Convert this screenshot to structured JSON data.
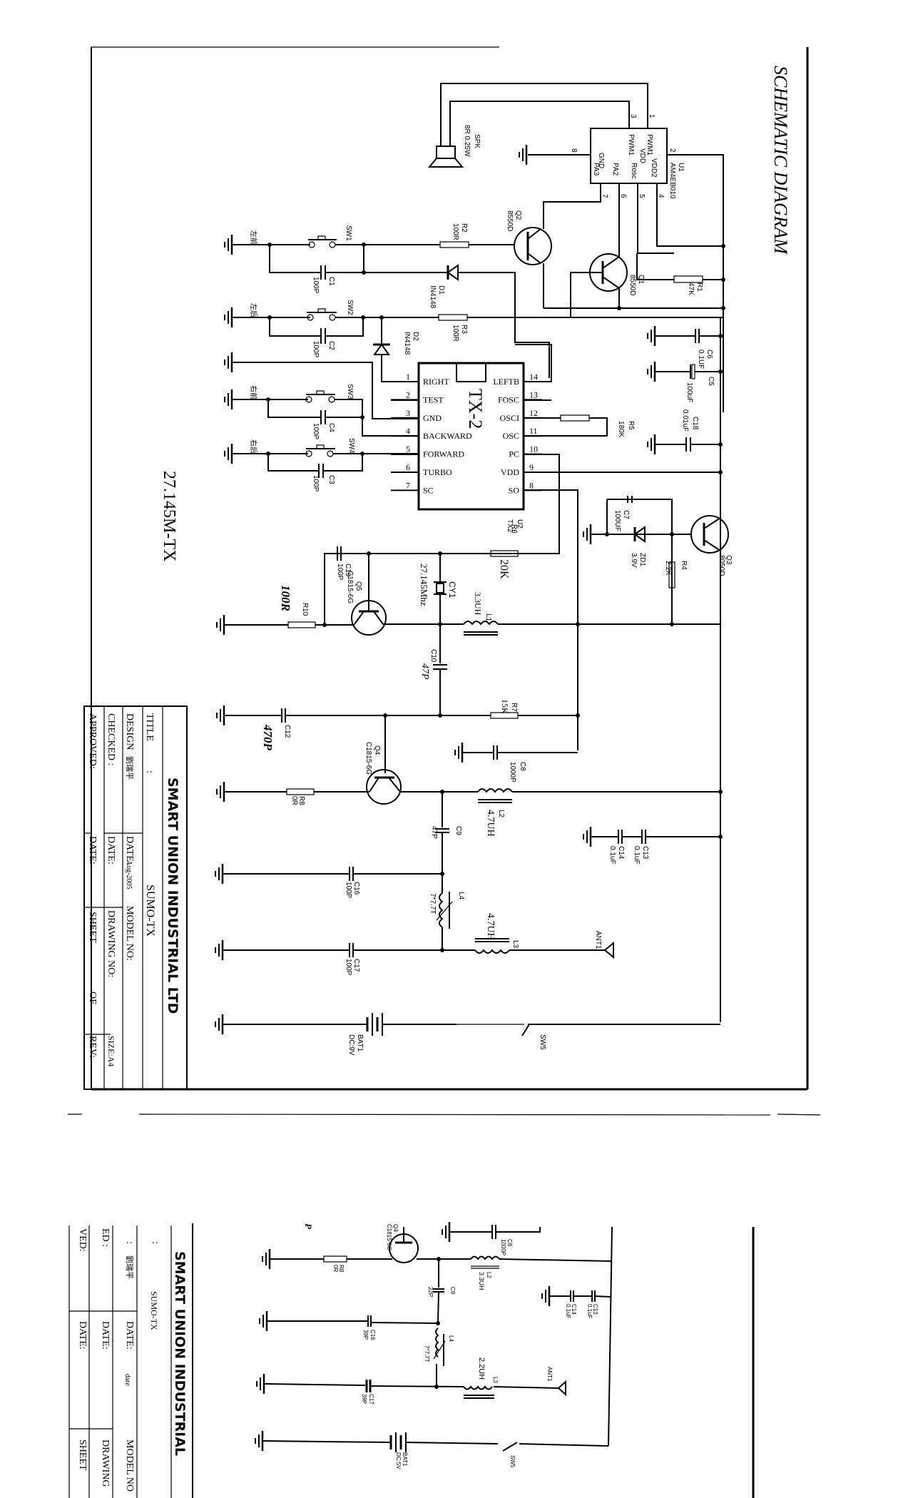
{
  "sheet": {
    "title": "SCHEMATIC DIAGRAM",
    "circuit_label": "27.145M-TX"
  },
  "title_block": {
    "company": "SMART UNION INDUSTRIAL LTD",
    "title_label": "TITLE",
    "title_value": "SUMO-TX",
    "design_label": "DESIGN",
    "design_value": "劉瑞平",
    "date_label": "DATE:",
    "date_value": "Aug-2005",
    "model_label": "MODEL NO:",
    "checked_label": "CHECKED :",
    "drawing_label": "DRAWING NO:",
    "size_label": "SIZE:A4",
    "approved_label": "APPROVED:",
    "sheet_label": "SHEET",
    "of_label": "OF",
    "rev_label": "REV:"
  },
  "u1": {
    "ref": "U1",
    "part": "AM4EB010",
    "pins": {
      "p1": "1",
      "p2": "2",
      "p3": "3",
      "p4": "4",
      "p5": "5",
      "p6": "6",
      "p7": "7",
      "p8": "8"
    },
    "pin_names": {
      "pwm1a": "PWM1",
      "pwm1b": "PWM1",
      "gnd": "GND",
      "vdd": "VDD",
      "vdd2": "VDD2",
      "pa3": "PA3",
      "pa2": "PA2",
      "rosc": "Rosc"
    }
  },
  "u2": {
    "ref": "U2",
    "part": "TX2",
    "name": "TX-2",
    "left_pins": [
      {
        "num": "1",
        "name": "RIGHT"
      },
      {
        "num": "2",
        "name": "TEST"
      },
      {
        "num": "3",
        "name": "GND"
      },
      {
        "num": "4",
        "name": "BACKWARD"
      },
      {
        "num": "5",
        "name": "FORWARD"
      },
      {
        "num": "6",
        "name": "TURBO"
      },
      {
        "num": "7",
        "name": "SC"
      }
    ],
    "right_pins": [
      {
        "num": "14",
        "name": "LEFTB"
      },
      {
        "num": "13",
        "name": "FOSC"
      },
      {
        "num": "12",
        "name": "OSCI"
      },
      {
        "num": "11",
        "name": "OSC"
      },
      {
        "num": "10",
        "name": "PC"
      },
      {
        "num": "9",
        "name": "VDD"
      },
      {
        "num": "8",
        "name": "SO"
      }
    ]
  },
  "switches": [
    {
      "ref": "SW1",
      "label": "左前"
    },
    {
      "ref": "SW2",
      "label": "左后"
    },
    {
      "ref": "SW3",
      "label": "右前"
    },
    {
      "ref": "SW4",
      "label": "右后"
    },
    {
      "ref": "SW5",
      "label": ""
    }
  ],
  "components": {
    "spk": {
      "ref": "SPK",
      "value": "8R 0.25W"
    },
    "r1": {
      "ref": "R1",
      "value": "47K"
    },
    "r2": {
      "ref": "R2",
      "value": "100R"
    },
    "r3": {
      "ref": "R3",
      "value": "100R"
    },
    "r4": {
      "ref": "R4",
      "value": "2.2K"
    },
    "r5": {
      "ref": "R5",
      "value": "180K"
    },
    "r6": {
      "ref": "R6",
      "value": "20K"
    },
    "r7": {
      "ref": "R7",
      "value": "15K"
    },
    "r8": {
      "ref": "R8",
      "value": "0R"
    },
    "r10": {
      "ref": "R10",
      "value": "100R"
    },
    "q1": {
      "ref": "Q1",
      "value": "8550D"
    },
    "q2": {
      "ref": "Q2",
      "value": "8550D"
    },
    "q3": {
      "ref": "Q3",
      "value": "8050D"
    },
    "q4": {
      "ref": "Q4",
      "value": "C1815-6G"
    },
    "q5": {
      "ref": "Q5",
      "value": "C1815-6G"
    },
    "d1": {
      "ref": "D1",
      "value": "IN4148"
    },
    "d2": {
      "ref": "D2",
      "value": "IN4148"
    },
    "zd1": {
      "ref": "ZD1",
      "value": "3.9V"
    },
    "c1": {
      "ref": "C1",
      "value": "100P"
    },
    "c2": {
      "ref": "C2",
      "value": "100P"
    },
    "c3": {
      "ref": "C3",
      "value": "100P"
    },
    "c4": {
      "ref": "C4",
      "value": "100P"
    },
    "c5": {
      "ref": "C5",
      "value": "100uF"
    },
    "c6": {
      "ref": "C6",
      "value": "0.1UF"
    },
    "c7": {
      "ref": "C7",
      "value": "100UF"
    },
    "c8": {
      "ref": "C8",
      "value": "1000P"
    },
    "c9": {
      "ref": "C9",
      "value": "47P"
    },
    "c10": {
      "ref": "C10",
      "value": "47P"
    },
    "c12": {
      "ref": "C12",
      "value": "470P"
    },
    "c13": {
      "ref": "C13",
      "value": "0.1uF"
    },
    "c14": {
      "ref": "C14",
      "value": "0.1uF"
    },
    "c16": {
      "ref": "C16",
      "value": "100P"
    },
    "c17": {
      "ref": "C17",
      "value": "100P"
    },
    "c18": {
      "ref": "C18",
      "value": "0.01uF"
    },
    "c19": {
      "ref": "C19",
      "value": "100P"
    },
    "cy1": {
      "ref": "CY1",
      "value": "27.145Mhz"
    },
    "l1": {
      "ref": "L1",
      "value": "3.3UH"
    },
    "l2": {
      "ref": "L2",
      "value": "4.7UH"
    },
    "l3": {
      "ref": "L3",
      "value": "4.7UH"
    },
    "l4": {
      "ref": "L4",
      "value": "7*7.7T"
    },
    "ant": {
      "ref": "ANT1"
    },
    "bat": {
      "ref": "BAT1",
      "value": "DC:9V"
    }
  },
  "second_page": {
    "company": "SMART UNION INDUSTRIAL",
    "title_value": "SUMO-TX",
    "design_value": "劉瑞平",
    "date_label": "DATE:",
    "date_value": "date",
    "model_label": "MODEL NO",
    "drawing_label": "DRAWING",
    "sheet_label": "SHEET",
    "row_ed": "ED :",
    "row_ved": "VED:",
    "colon": ":",
    "components": {
      "q4": {
        "ref": "Q4",
        "value": "C1815-6G"
      },
      "r8": {
        "ref": "R8",
        "value": "0R"
      },
      "c8": {
        "ref": "C8",
        "value": "1000P"
      },
      "c9": {
        "ref": "C9",
        "value": "22P"
      },
      "l2": {
        "ref": "L2",
        "value": "3.3UH"
      },
      "c13": {
        "ref": "C13",
        "value": "0.1uF"
      },
      "c14": {
        "ref": "C14",
        "value": "0.1uF"
      },
      "c16": {
        "ref": "C16",
        "value": "39P"
      },
      "l4": {
        "ref": "L4",
        "value": "7*7.7T"
      },
      "l3": {
        "ref": "L3",
        "value": "2.2UH"
      },
      "ant": {
        "ref": "ANT1"
      },
      "c17": {
        "ref": "C17",
        "value": "39P"
      },
      "bat": {
        "ref": "BAT1",
        "value": "DC:5V"
      },
      "sw5": {
        "ref": "SW5"
      },
      "p_label": "P"
    }
  }
}
